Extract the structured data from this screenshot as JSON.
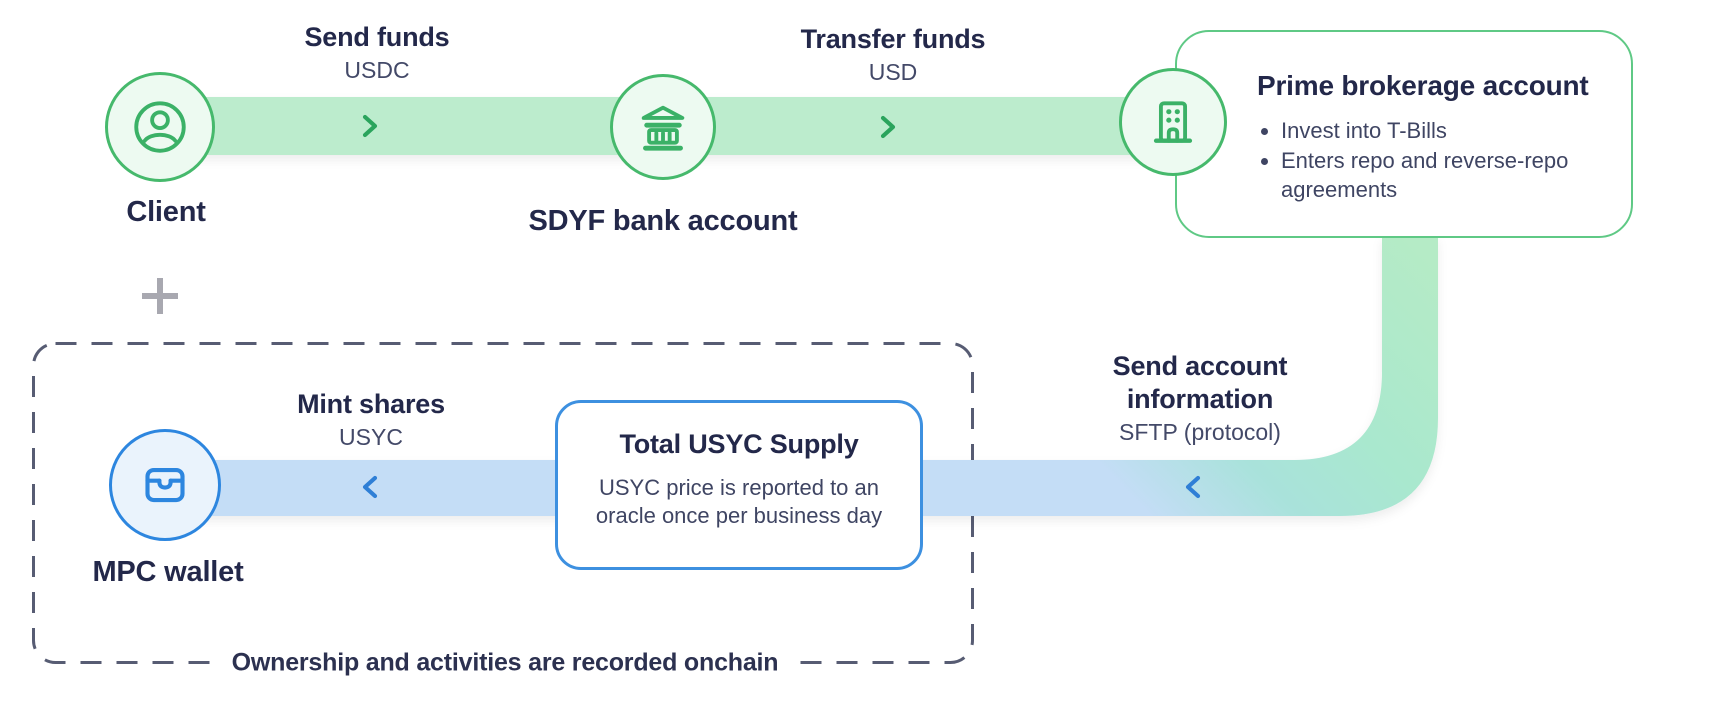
{
  "colors": {
    "accent_green": "#46b96c",
    "green_pipe": "#bceccd",
    "green_box_border": "#5fc985",
    "accent_blue": "#2d86df",
    "blue_pipe": "#c4ddf6",
    "blue_box_border": "#3d90e0",
    "text_dark": "#23284a",
    "text_body": "#3f4563",
    "dash_border": "#575c73",
    "plus_gray": "#a8a8b0"
  },
  "icons": {
    "client": "user-circle",
    "sdyf": "bank-building",
    "prime": "office-building",
    "mpc": "wallet",
    "flow_right": "chevron-right",
    "flow_left": "chevron-left",
    "plus": "+"
  },
  "nodes": {
    "client": {
      "label": "Client"
    },
    "sdyf": {
      "label": "SDYF bank account"
    },
    "mpc": {
      "label": "MPC wallet"
    }
  },
  "edges": {
    "send_funds": {
      "title": "Send funds",
      "subtitle": "USDC"
    },
    "transfer_funds": {
      "title": "Transfer funds",
      "subtitle": "USD"
    },
    "mint_shares": {
      "title": "Mint shares",
      "subtitle": "USYC"
    },
    "send_account": {
      "title": "Send account information",
      "subtitle": "SFTP (protocol)"
    }
  },
  "boxes": {
    "prime": {
      "title": "Prime brokerage account",
      "bullets": [
        "Invest into T-Bills",
        "Enters repo and reverse-repo agreements"
      ]
    },
    "usyc": {
      "title": "Total USYC Supply",
      "body": "USYC price is reported to an oracle once per business day"
    }
  },
  "onchain_note": "Ownership and activities are recorded onchain"
}
